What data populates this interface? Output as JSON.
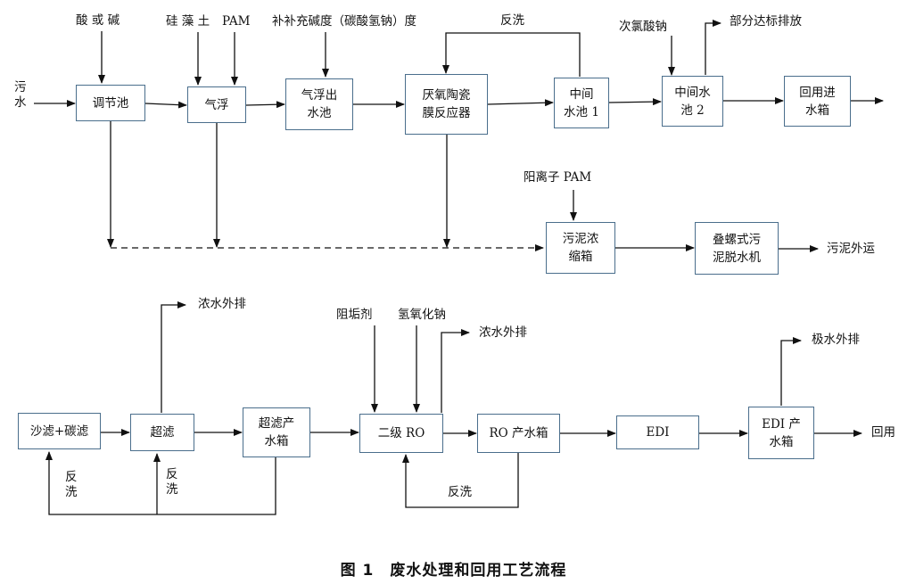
{
  "figure": {
    "caption": "图 1　废水处理和回用工艺流程"
  },
  "boxes": {
    "tiaojie": "调节池",
    "qifu": "气浮",
    "qifu_out": "气浮出\n水池",
    "reactor": "厌氧陶瓷\n膜反应器",
    "mid1": "中间\n水池 1",
    "mid2": "中间水\n池 2",
    "reuse_tank": "回用进\n水箱",
    "sludge_thick": "污泥浓\n缩箱",
    "dewater": "叠螺式污\n泥脱水机",
    "sand": "沙滤+碳滤",
    "uf": "超滤",
    "uf_tank": "超滤产\n水箱",
    "ro2": "二级 RO",
    "ro_tank": "RO 产水箱",
    "edi": "EDI",
    "edi_tank": "EDI 产\n水箱"
  },
  "labels": {
    "wastewater": "污\n水",
    "acid_base": "酸 或 碱",
    "diatomite": "硅 藻 土",
    "pam": "PAM",
    "alkalinity": "补补充碱度（碳酸氢钠）度",
    "backwash_top": "反洗",
    "hypochlorite": "次氯酸钠",
    "partial_discharge": "部分达标排放",
    "cationic_pam": "阳离子 PAM",
    "sludge_out": "污泥外运",
    "conc_discharge_1": "浓水外排",
    "scale_inhibitor": "阻垢剂",
    "naoh": "氢氧化钠",
    "conc_discharge_2": "浓水外排",
    "polar_discharge": "极水外排",
    "reuse": "回用",
    "backwash_1": "反\n洗",
    "backwash_2": "反\n洗",
    "backwash_ro": "反洗"
  },
  "colors": {
    "box_border": "#4a6e8c",
    "line": "#111111"
  }
}
